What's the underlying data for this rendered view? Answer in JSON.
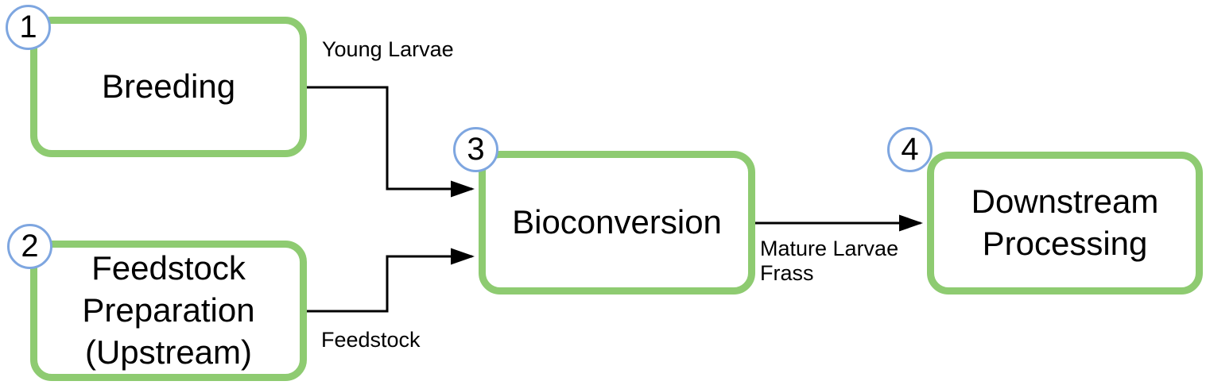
{
  "diagram": {
    "type": "flowchart",
    "background": "#ffffff",
    "colors": {
      "node_border": "#8ecb71",
      "node_fill": "#ffffff",
      "badge_border": "#7ea6e0",
      "badge_fill": "#ffffff",
      "connector": "#000000",
      "text": "#000000"
    },
    "nodes": [
      {
        "step": "1",
        "label": "Breeding"
      },
      {
        "step": "2",
        "label": "Feedstock Preparation (Upstream)"
      },
      {
        "step": "3",
        "label": "Bioconversion"
      },
      {
        "step": "4",
        "label": "Downstream Processing"
      }
    ],
    "edges": [
      {
        "from": "Breeding",
        "to": "Bioconversion",
        "label_lines": [
          "Young Larvae"
        ]
      },
      {
        "from": "Feedstock Preparation (Upstream)",
        "to": "Bioconversion",
        "label_lines": [
          "Feedstock"
        ]
      },
      {
        "from": "Bioconversion",
        "to": "Downstream Processing",
        "label_lines": [
          "Mature Larvae",
          "Frass"
        ]
      }
    ]
  }
}
